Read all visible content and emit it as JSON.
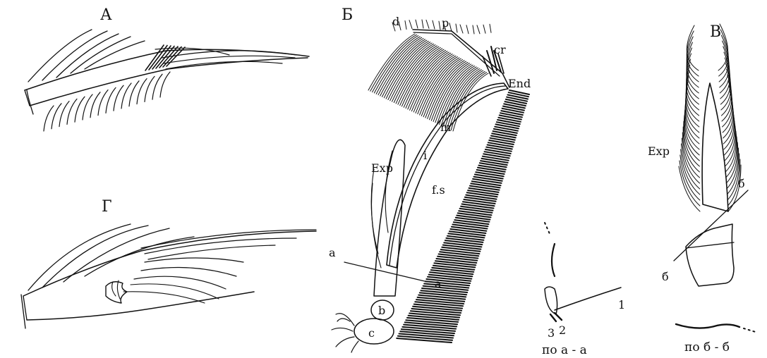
{
  "panels": {
    "A": {
      "title": "А"
    },
    "G": {
      "title": "Г"
    },
    "B": {
      "title": "Б",
      "labels": {
        "d": "d",
        "p": "p",
        "cr": "cr",
        "end": "End",
        "m": "m",
        "i": "i",
        "exp": "Exp",
        "fs": "f.s",
        "a_left": "a",
        "a_right": "a",
        "b": "b",
        "c": "c"
      }
    },
    "section_aa": {
      "caption": "по а - а",
      "labels": {
        "n1": "1",
        "n2": "2",
        "n3": "3"
      }
    },
    "V": {
      "title": "В",
      "labels": {
        "exp": "Exp",
        "b_top": "б",
        "b_bottom": "б"
      }
    },
    "section_bb": {
      "caption": "по б - б"
    }
  },
  "colors": {
    "ink": "#111111",
    "paper": "#ffffff"
  }
}
